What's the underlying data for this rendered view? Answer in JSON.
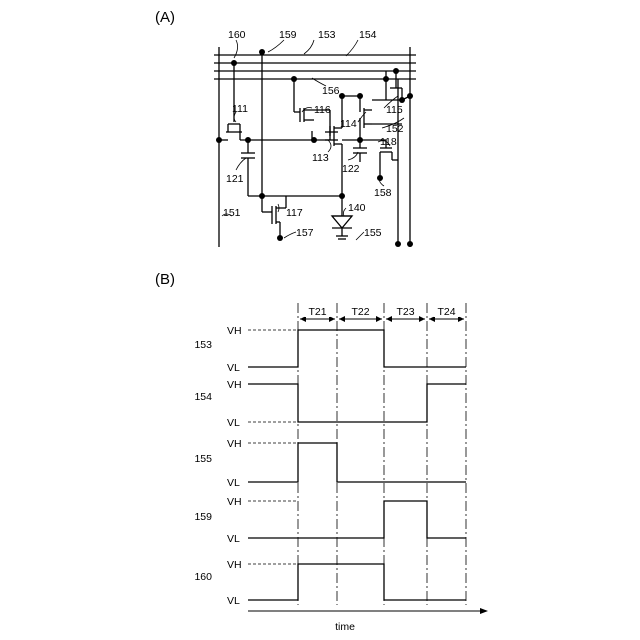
{
  "panel_a": {
    "label": "(A)",
    "refs": {
      "r160": "160",
      "r159": "159",
      "r153": "153",
      "r154": "154",
      "r156": "156",
      "r111": "111",
      "r116": "116",
      "r115": "115",
      "r114": "114",
      "r152": "152",
      "r118": "118",
      "r113": "113",
      "r122": "122",
      "r121": "121",
      "r158": "158",
      "r140": "140",
      "r117": "117",
      "r151": "151",
      "r157": "157",
      "r155": "155"
    }
  },
  "panel_b": {
    "label": "(B)",
    "periods": [
      "T21",
      "T22",
      "T23",
      "T24"
    ],
    "xlabel": "time",
    "signals": [
      {
        "name": "153",
        "levels": [
          "VH",
          "VL"
        ],
        "states": [
          "L",
          "H",
          "H",
          "L",
          "L"
        ]
      },
      {
        "name": "154",
        "levels": [
          "VH",
          "VL"
        ],
        "states": [
          "H",
          "L",
          "L",
          "L",
          "H"
        ]
      },
      {
        "name": "155",
        "levels": [
          "VH",
          "VL"
        ],
        "states": [
          "L",
          "H",
          "L",
          "L",
          "L"
        ]
      },
      {
        "name": "159",
        "levels": [
          "VH",
          "VL"
        ],
        "states": [
          "L",
          "L",
          "L",
          "H",
          "L"
        ]
      },
      {
        "name": "160",
        "levels": [
          "VH",
          "VL"
        ],
        "states": [
          "L",
          "H",
          "H",
          "L",
          "L"
        ]
      }
    ]
  }
}
